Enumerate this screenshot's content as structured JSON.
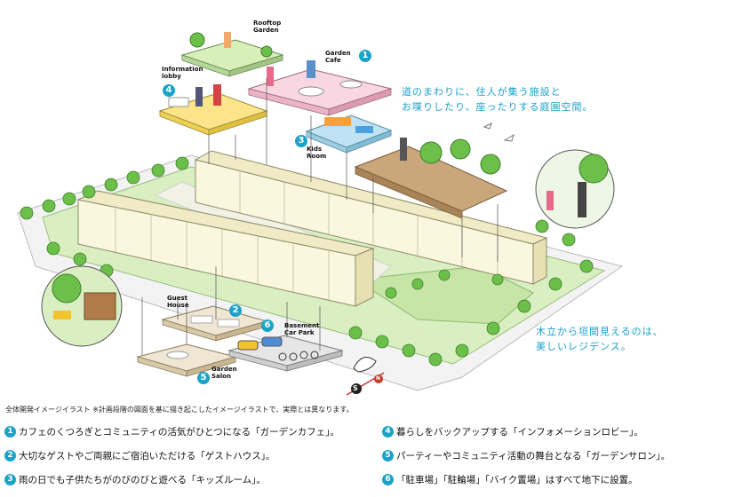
{
  "labels": {
    "rooftop_garden": "Rooftop\nGarden",
    "garden_cafe": "Garden\nCafe",
    "information_lobby": "Information\nlobby",
    "kids_room": "Kids\nRoom",
    "guest_house": "Guest\nHouse",
    "basement_car_park": "Basement\nCar Park",
    "garden_salon": "Garden\nSalon"
  },
  "badges": {
    "cafe": "1",
    "guest_house": "2",
    "kids_room": "3",
    "lobby": "4",
    "salon": "5",
    "car_park": "6"
  },
  "captions": {
    "top_line1": "道のまわりに、住人が集う施設と",
    "top_line2": "お喋りしたり、座ったりする庭園空間。",
    "bottom_line1": "木立から垣間見えるのは、",
    "bottom_line2": "美しいレジデンス。"
  },
  "compass": {
    "south": "S",
    "north": "N"
  },
  "note": "全体開発イメージイラスト ※計画段階の図面を基に描き起こしたイメージイラストで、実際とは異なります。",
  "legend": [
    {
      "num": "1",
      "text": "カフェのくつろぎとコミュニティの活気がひとつになる「ガーデンカフェ」。"
    },
    {
      "num": "2",
      "text": "大切なゲストやご両親にご宿泊いただける「ゲストハウス」。"
    },
    {
      "num": "3",
      "text": "雨の日でも子供たちがのびのびと遊べる「キッズルーム」。"
    },
    {
      "num": "4",
      "text": "暮らしをバックアップする「インフォメーションロビー」。"
    },
    {
      "num": "5",
      "text": "パーティーやコミュニティ活動の舞台となる「ガーデンサロン」。"
    },
    {
      "num": "6",
      "text": "「駐車場」「駐輪場」「バイク置場」はすべて地下に設置。"
    }
  ],
  "colors": {
    "accent": "#1ba3c7",
    "lawn": "#cfe8b0",
    "building": "#fbf7df",
    "road": "#f4f4f4",
    "cafe_floor": "#f9d6e2",
    "lobby_floor": "#fbe48a",
    "kids_floor": "#bfe3f2",
    "deck": "#c9a77a"
  }
}
